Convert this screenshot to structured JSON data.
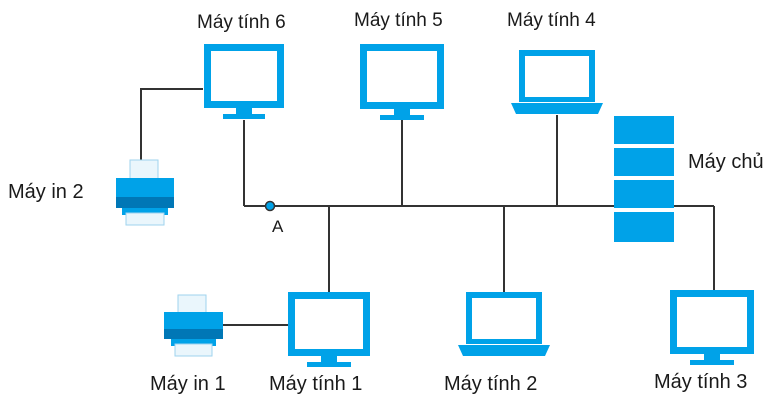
{
  "colors": {
    "device": "#00A2E8",
    "device_dark": "#0077B6",
    "printer_paper": "#EAF6FC",
    "wire": "#333333",
    "point_fill": "#00A2E8"
  },
  "labels": {
    "pc6": "Máy tính 6",
    "pc5": "Máy tính 5",
    "pc4": "Máy tính 4",
    "server": "Máy chủ",
    "printer2": "Máy in 2",
    "point_a": "A",
    "printer1": "Máy in 1",
    "pc1": "Máy tính 1",
    "pc2": "Máy tính 2",
    "pc3": "Máy tính 3"
  },
  "icons": {
    "desktop": "monitor-icon",
    "laptop": "laptop-icon",
    "printer": "printer-icon",
    "server": "server-icon"
  }
}
